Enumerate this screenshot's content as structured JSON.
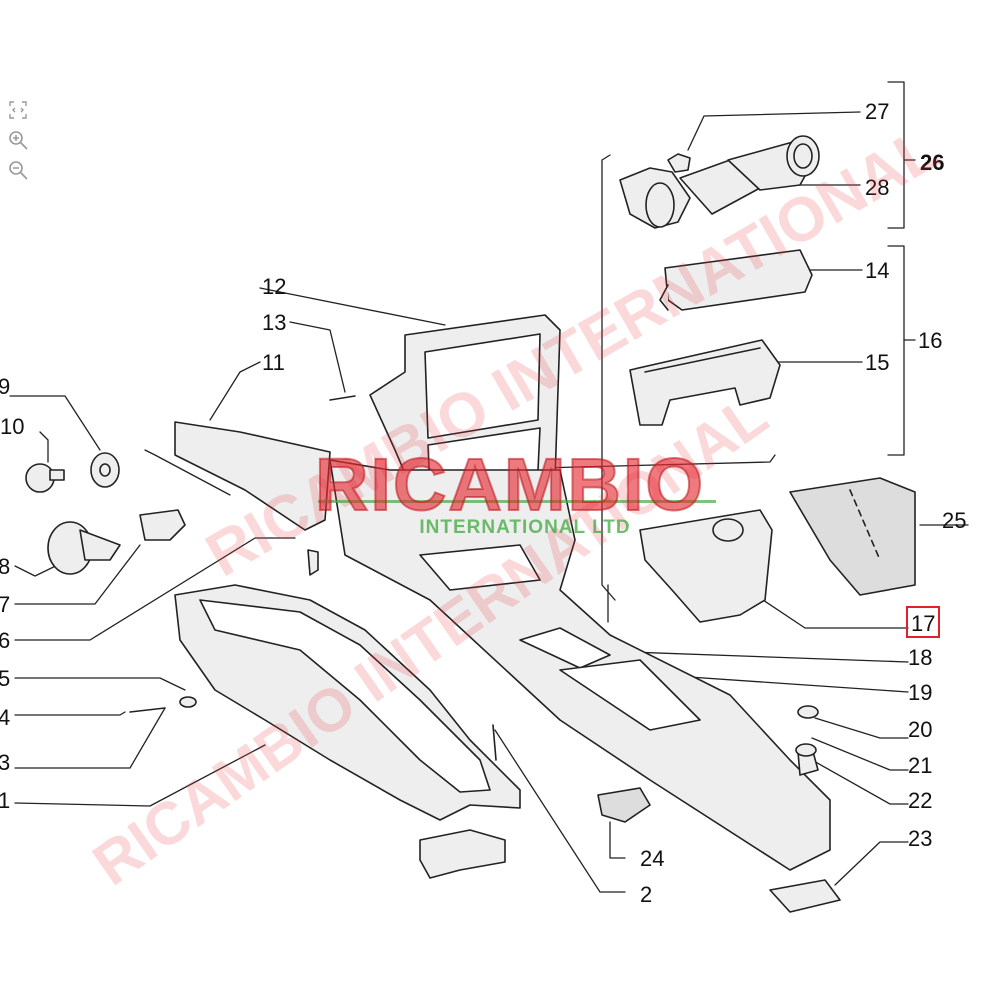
{
  "toolbar": {
    "fit_icon": "fit-screen-icon",
    "zoom_in_icon": "zoom-in-icon",
    "zoom_out_icon": "zoom-out-icon"
  },
  "watermark": {
    "brand": "RICAMBIO",
    "sub": "INTERNATIONAL LTD",
    "diagonal_a": "RICAMBIO INTERNATIONAL",
    "diagonal_b": "RICAMBIO INTERNATIONAL"
  },
  "callouts": [
    "1",
    "2",
    "3",
    "4",
    "5",
    "6",
    "7",
    "8",
    "9",
    "10",
    "11",
    "12",
    "13",
    "14",
    "15",
    "16",
    "17",
    "18",
    "19",
    "20",
    "21",
    "22",
    "23",
    "24",
    "25",
    "26",
    "27",
    "28"
  ],
  "highlight": {
    "label": "17",
    "color": "#e0202a"
  },
  "colors": {
    "ink": "#222222",
    "part_fill": "#eeeeee",
    "shade": "#c8c8c8"
  }
}
